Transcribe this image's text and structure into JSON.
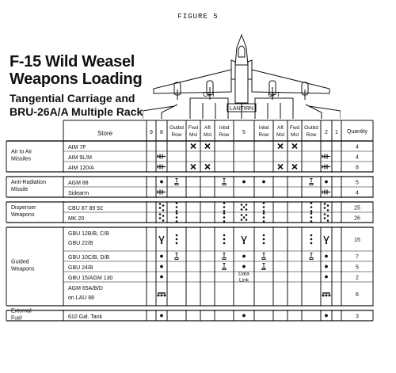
{
  "figure_label": "FIGURE 5",
  "title": {
    "line1": "F-15 Wild Weasel",
    "line2": "Weapons Loading"
  },
  "subtitle": {
    "line1": "Tangential Carriage and",
    "line2": "BRU-26A/A Multiple Rack"
  },
  "aircraft": {
    "cft_left": "CFT",
    "cft_right": "CFT",
    "lantirn": "LANTIRN"
  },
  "table": {
    "store_header": "Store",
    "quantity_header": "Quantity",
    "stations": [
      {
        "id": "s9",
        "lines": [
          "9"
        ]
      },
      {
        "id": "s8",
        "lines": [
          "8"
        ]
      },
      {
        "id": "l-outbd",
        "lines": [
          "Outbd",
          "Row"
        ]
      },
      {
        "id": "l-fwd",
        "lines": [
          "Fwd",
          "Msl"
        ]
      },
      {
        "id": "l-aft",
        "lines": [
          "Aft",
          "Msl"
        ]
      },
      {
        "id": "l-inbd",
        "lines": [
          "Inbd",
          "Row"
        ]
      },
      {
        "id": "s5",
        "lines": [
          "5"
        ]
      },
      {
        "id": "r-inbd",
        "lines": [
          "Inbd",
          "Row"
        ]
      },
      {
        "id": "r-aft",
        "lines": [
          "Aft",
          "Msl"
        ]
      },
      {
        "id": "r-fwd",
        "lines": [
          "Fwd",
          "Msl"
        ]
      },
      {
        "id": "r-outbd",
        "lines": [
          "Outbd",
          "Row"
        ]
      },
      {
        "id": "s2",
        "lines": [
          "2"
        ]
      },
      {
        "id": "s1",
        "lines": [
          "1"
        ]
      }
    ],
    "groups": [
      {
        "name": "group-air-to-air",
        "category_lines": [
          "Air to Air",
          "Missiles"
        ],
        "rows": [
          {
            "store_lines": [
              "AIM 7F"
            ],
            "qty": "4",
            "marks": {
              "l-fwd": "x",
              "l-aft": "x",
              "r-aft": "x",
              "r-fwd": "x"
            }
          },
          {
            "store_lines": [
              "AIM 9L/M"
            ],
            "qty": "4",
            "marks": {
              "s8": "rail",
              "s2": "rail"
            }
          },
          {
            "store_lines": [
              "AIM 120/A"
            ],
            "qty": "8",
            "marks": {
              "s8": "rail",
              "l-fwd": "x",
              "l-aft": "x",
              "r-aft": "x",
              "r-fwd": "x",
              "s2": "rail"
            }
          }
        ]
      },
      {
        "name": "group-anti-radiation",
        "category_lines": [
          "Anti-Radiation",
          "Missile"
        ],
        "rows": [
          {
            "store_lines": [
              "AGM 88"
            ],
            "qty": "5",
            "marks": {
              "s8": "dot",
              "l-outbd": "p2",
              "l-inbd": "p2",
              "s5": "dot",
              "r-inbd": "dot",
              "r-outbd": "p2",
              "s2": "dot"
            }
          },
          {
            "store_lines": [
              "Sidearm"
            ],
            "qty": "4",
            "marks": {
              "s8": "rail",
              "s2": "rail"
            }
          }
        ]
      },
      {
        "name": "group-dispenser",
        "category_lines": [
          "Dispenser",
          "Weapons"
        ],
        "rows": [
          {
            "store_lines": [
              "CBU 87 89 92"
            ],
            "qty": "25",
            "marks": {
              "s8": "cluster",
              "l-outbd": "p3",
              "l-inbd": "p3",
              "s5": "x5",
              "r-inbd": "p3",
              "r-outbd": "p3",
              "s2": "cluster"
            }
          },
          {
            "store_lines": [
              "MK 20"
            ],
            "qty": "26",
            "marks": {
              "s8": "cluster",
              "l-outbd": "p3",
              "l-inbd": "p3",
              "s5": "x5",
              "r-inbd": "p3",
              "r-outbd": "p3",
              "s2": "cluster"
            }
          }
        ]
      },
      {
        "name": "group-guided",
        "category_lines": [
          "Guided",
          "Weapons"
        ],
        "rows": [
          {
            "store_lines": [
              "GBU 12B/B, C/B",
              "GBU 22/B"
            ],
            "qty": "15",
            "marks": {
              "s8": "v",
              "l-outbd": "p3",
              "l-inbd": "p3",
              "s5": "v",
              "r-inbd": "p3",
              "r-outbd": "p3",
              "s2": "v"
            }
          },
          {
            "store_lines": [
              "GBU 10C/B, D/B"
            ],
            "qty": "7",
            "marks": {
              "s8": "dot",
              "l-outbd": "p2",
              "l-inbd": "p2",
              "s5": "dot",
              "r-inbd": "p2",
              "r-outbd": "p2",
              "s2": "dot"
            }
          },
          {
            "store_lines": [
              "GBU 24/B"
            ],
            "qty": "5",
            "marks": {
              "s8": "dot",
              "l-inbd": "p2",
              "s5": "dot",
              "r-inbd": "p2",
              "s2": "dot"
            }
          },
          {
            "store_lines": [
              "GBU 15/AGM 130"
            ],
            "qty": "2",
            "marks": {
              "s8": "dot",
              "s5": "text",
              "s2": "dot"
            },
            "s5_text": [
              "Data",
              "Link"
            ]
          },
          {
            "store_lines": [
              "AGM 65A/B/D",
              "on LAU 88"
            ],
            "qty": "6",
            "marks": {
              "s8": "triple",
              "s2": "triple"
            }
          }
        ]
      },
      {
        "name": "group-external-fuel",
        "category_lines": [
          "External",
          "Fuel"
        ],
        "rows": [
          {
            "store_lines": [
              "610 Gal. Tank"
            ],
            "qty": "3",
            "marks": {
              "s8": "dot",
              "s5": "dot",
              "s2": "dot"
            }
          }
        ]
      }
    ]
  },
  "colors": {
    "ink": "#111111",
    "paper": "#ffffff"
  }
}
